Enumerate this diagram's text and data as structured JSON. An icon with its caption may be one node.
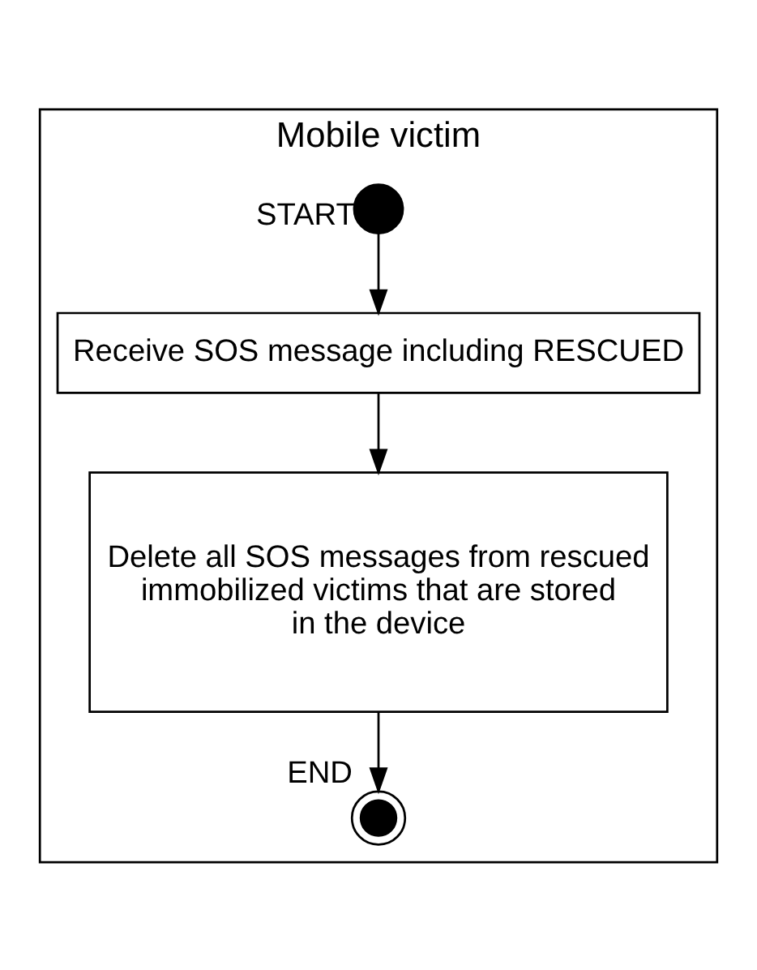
{
  "diagram": {
    "nodes": [
      {
        "text": [
          "Mobile victim"
        ]
      },
      {
        "text": [],
        "shape": "circle",
        "beside": [
          "START"
        ],
        "in": 0
      },
      {
        "text": [
          "Receive SOS message including RESCUED"
        ],
        "in": 0
      },
      {
        "text": [
          "Delete all SOS messages from rescued immobilized victims that are stored in the device"
        ],
        "in": 0
      },
      {
        "text": [],
        "shape": "circle",
        "beside": [
          "END"
        ],
        "in": 0
      }
    ],
    "edges": [
      {
        "from": 1,
        "to": 2,
        "arrow": "to"
      },
      {
        "from": 2,
        "to": 3,
        "arrow": "to"
      },
      {
        "from": 3,
        "to": 4,
        "arrow": "to"
      }
    ]
  }
}
